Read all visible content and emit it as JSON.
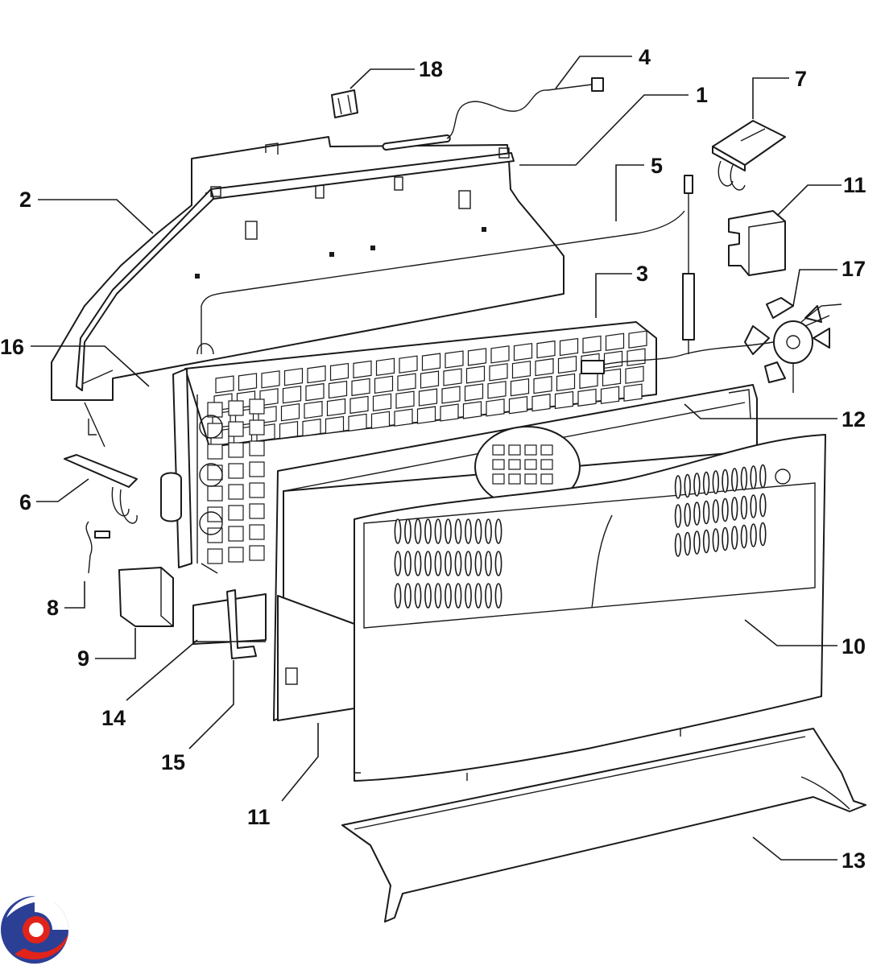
{
  "callouts": [
    {
      "id": "c1",
      "label": "1"
    },
    {
      "id": "c2",
      "label": "2"
    },
    {
      "id": "c3",
      "label": "3"
    },
    {
      "id": "c4",
      "label": "4"
    },
    {
      "id": "c5",
      "label": "5"
    },
    {
      "id": "c6",
      "label": "6"
    },
    {
      "id": "c7",
      "label": "7"
    },
    {
      "id": "c8",
      "label": "8"
    },
    {
      "id": "c9",
      "label": "9"
    },
    {
      "id": "c10",
      "label": "10"
    },
    {
      "id": "c11a",
      "label": "11"
    },
    {
      "id": "c11b",
      "label": "11"
    },
    {
      "id": "c12",
      "label": "12"
    },
    {
      "id": "c13",
      "label": "13"
    },
    {
      "id": "c14",
      "label": "14"
    },
    {
      "id": "c15",
      "label": "15"
    },
    {
      "id": "c16",
      "label": "16"
    },
    {
      "id": "c17",
      "label": "17"
    },
    {
      "id": "c18",
      "label": "18"
    }
  ],
  "colors": {
    "line": "#1a1a1a",
    "logo_blue": "#2b3f95",
    "logo_red": "#e2231a"
  },
  "logo": {
    "icon": "brand-swirl-logo"
  }
}
